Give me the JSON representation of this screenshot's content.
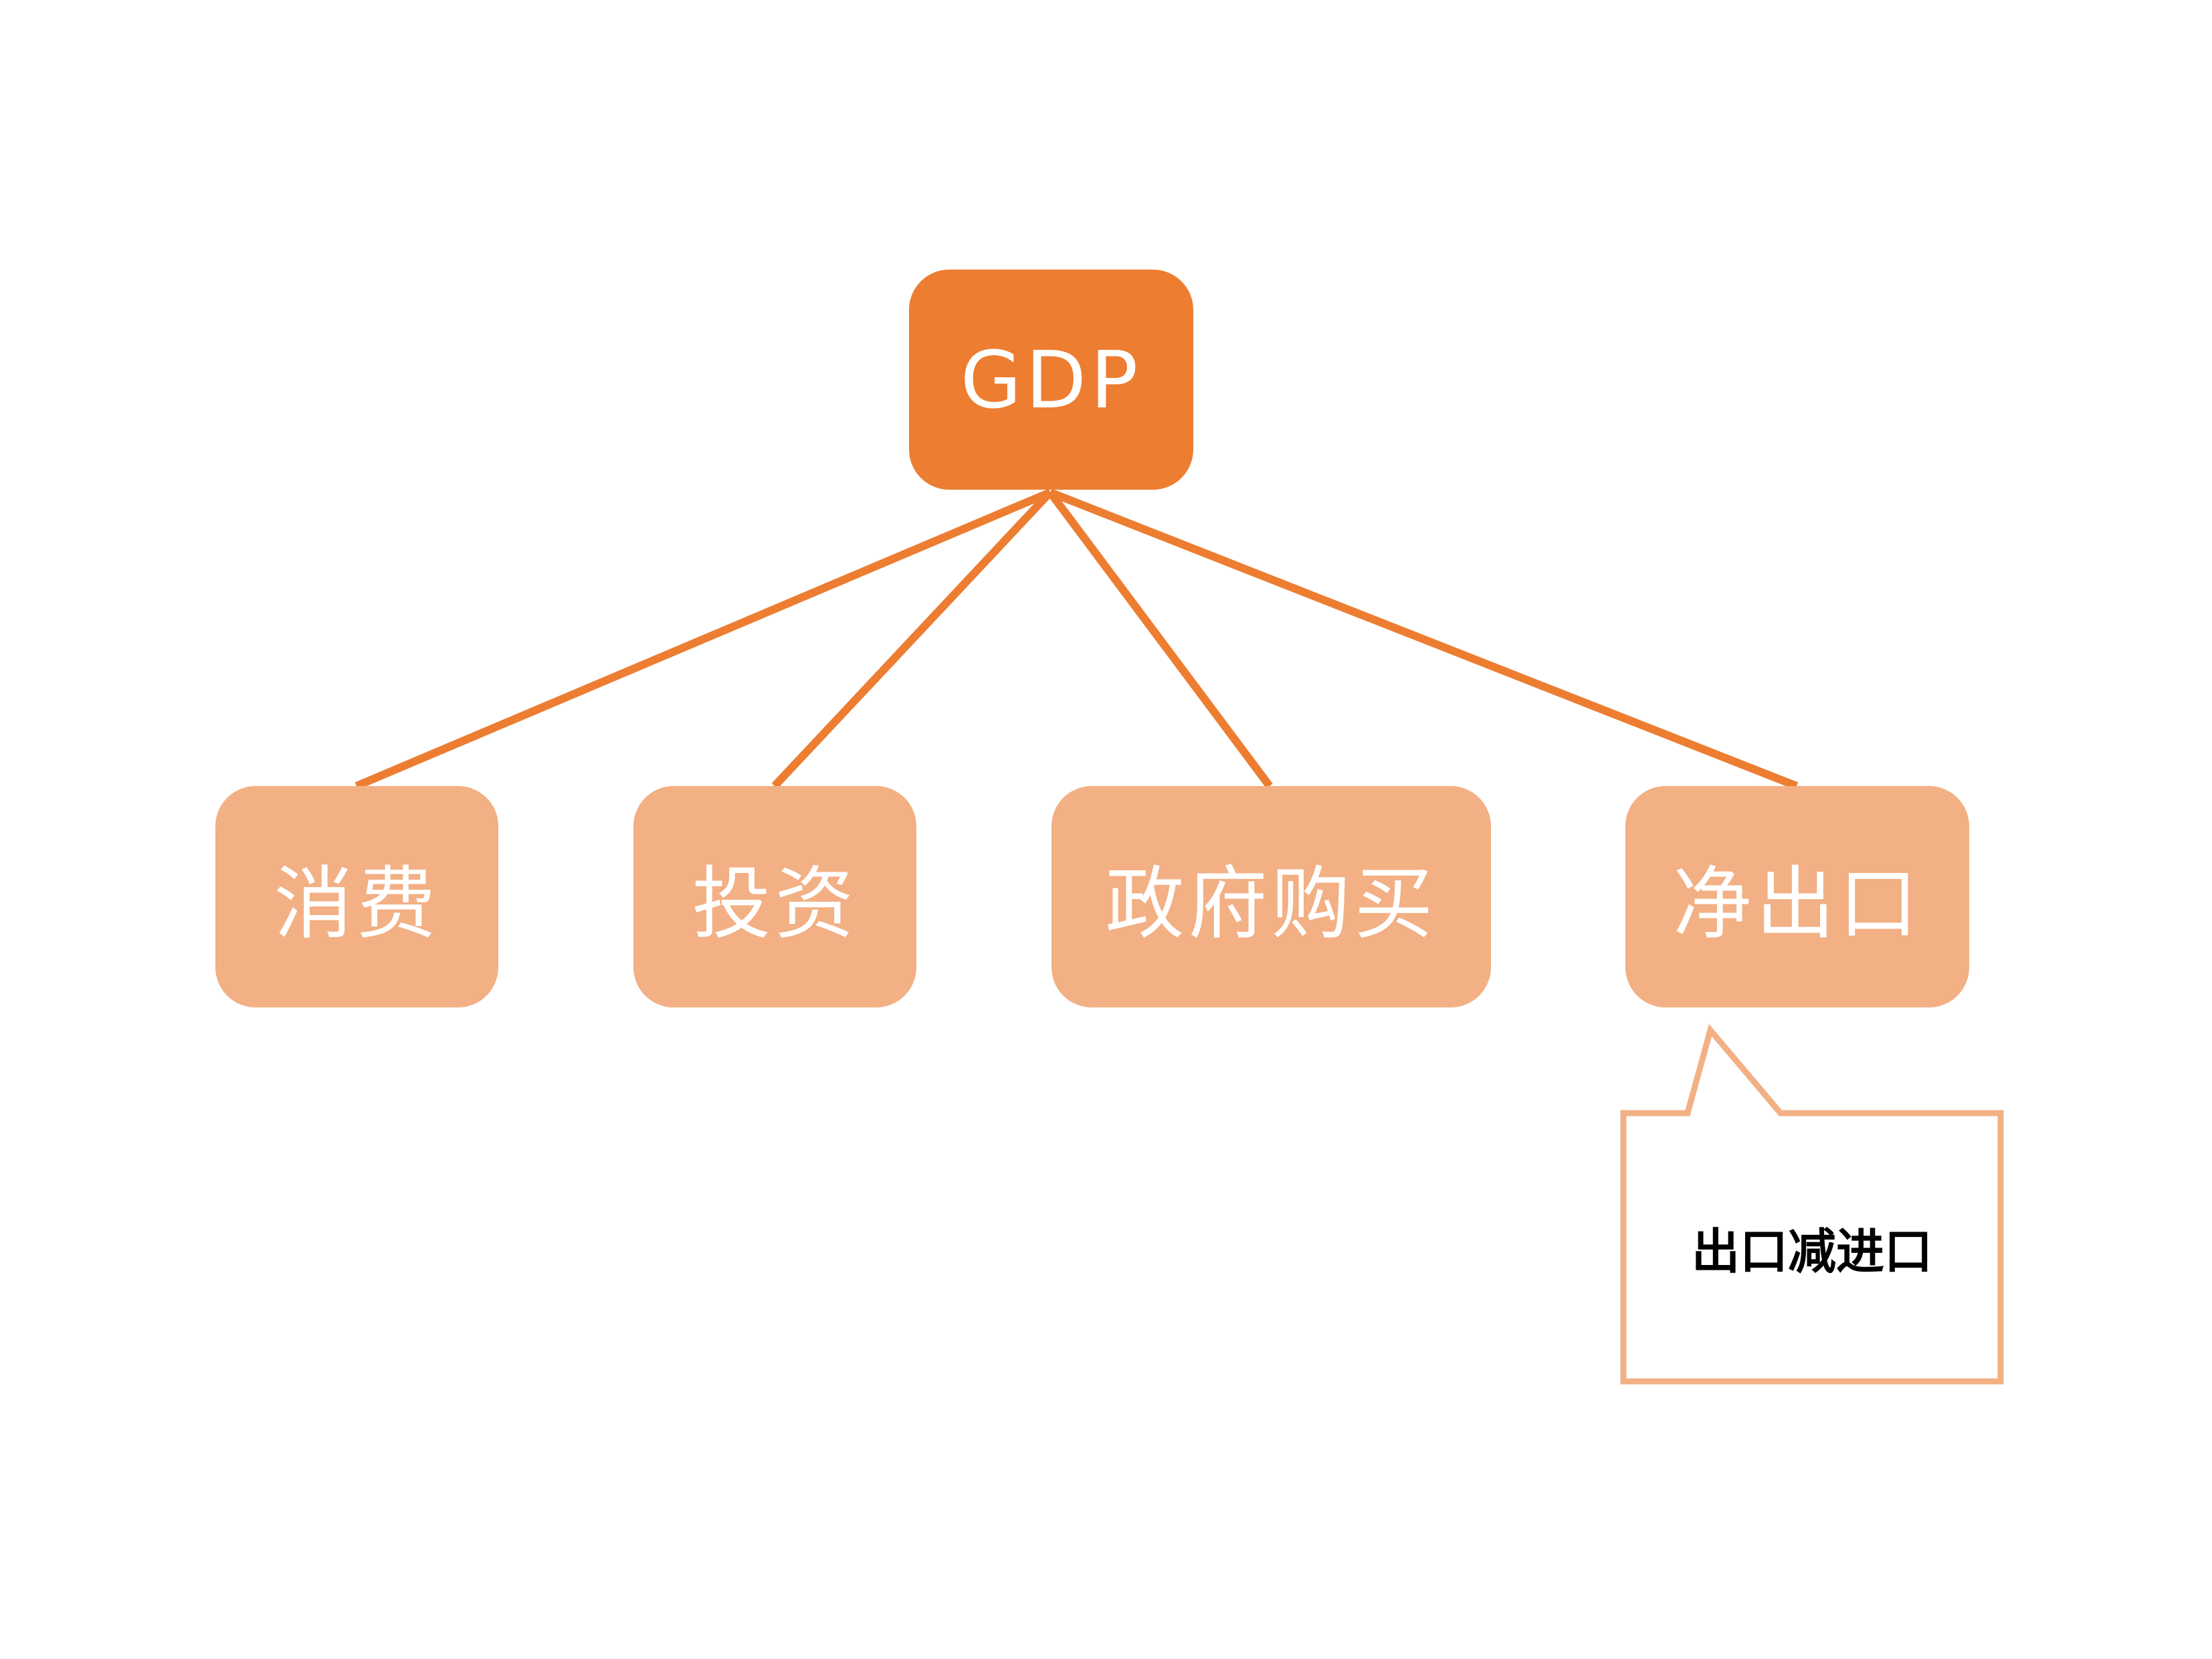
{
  "diagram": {
    "root": {
      "label": "GDP"
    },
    "children": [
      {
        "label": "消费"
      },
      {
        "label": "投资"
      },
      {
        "label": "政府购买"
      },
      {
        "label": "净出口"
      }
    ],
    "callout": {
      "text": "出口减进口",
      "attached_to": "净出口"
    }
  },
  "colors": {
    "root": "#ED7D31",
    "child": "#F2B084",
    "connector": "#ED7D31",
    "callout_border": "#F2B084"
  }
}
